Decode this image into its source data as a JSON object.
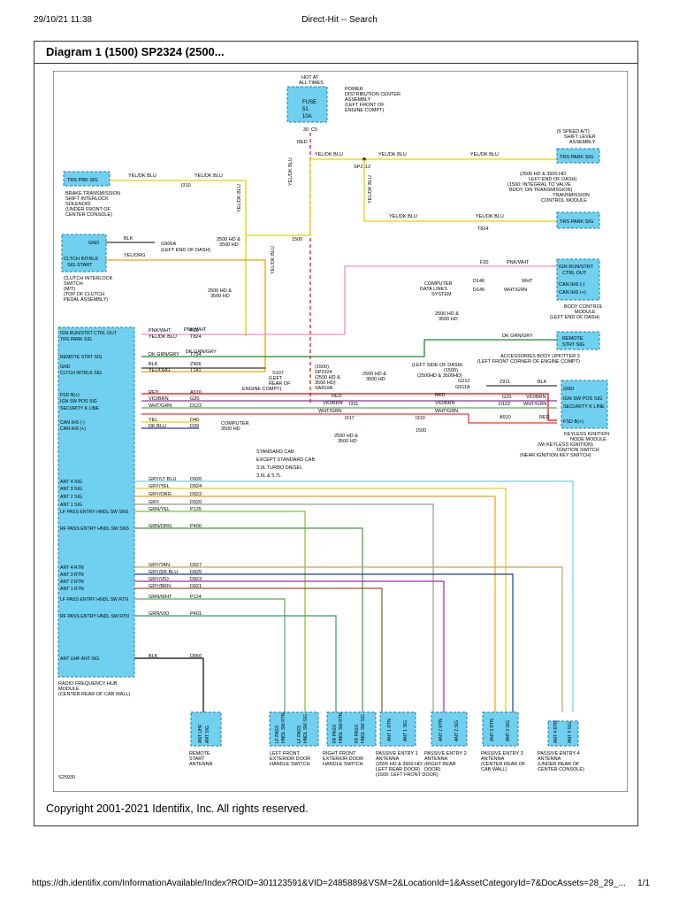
{
  "browser": {
    "timestamp": "29/10/21 11:38",
    "tab_title": "Direct-Hit -- Search",
    "url": "https://dh.identifix.com/InformationAvailable/Index?ROID=301123591&VID=2485889&VSM=2&LocationId=1&AssetCategoryId=7&DocAssets=28_29_...",
    "page_count": "1/1"
  },
  "document": {
    "title": "Diagram 1 (1500) SP2324 (2500...",
    "copyright": "Copyright 2001-2021 Identifix, Inc. All rights reserved.",
    "diagram_id": "S25930"
  },
  "diagram": {
    "power": {
      "hot_at": "HOT AT",
      "all_times": "ALL TIMES",
      "fuse_label": "FUSE",
      "fuse_no": "51",
      "fuse_amp": "10A",
      "pdc_lines": [
        "POWER",
        "DISTRIBUTION CENTER",
        "ASSEMBLY",
        "(LEFT FRONT OF",
        "ENGINE COMPT)"
      ],
      "pin": "30",
      "conn": "C5"
    },
    "trs_prk_block": "TRS PRK SIG",
    "brake_solenoid_lines": [
      "BRAKE TRANSMISSION",
      "SHIFT INTERLOCK",
      "SOLENOID",
      "(UNDER FRONT OF",
      "CENTER CONSOLE)"
    ],
    "clutch_block": {
      "gnd": "GND",
      "sig1": "CLTCH INTRLK",
      "sig2": "SIG START"
    },
    "clutch_lines": [
      "CLUTCH INTERLOCK",
      "SWITCH",
      "(M/T)",
      "(TOP OF CLUTCH",
      "PEDAL ASSEMBLY)"
    ],
    "g906a": "G906A",
    "g906a_loc": "(LEFT END OF DASH)",
    "shift_lever_lines": [
      "(6 SPEED A/T)",
      "SHIFT LEVER",
      "ASSEMBLY"
    ],
    "trs_park_sig": "TRS PARK SIG",
    "tcm_lines": [
      "(2500 HD & 3500 HD:",
      "LEFT END OF DASH)",
      "(1500: INTEGRAL TO VALVE",
      "BODY, ON TRANSMISSION)",
      "TRANSMISSION",
      "CONTROL MODULE"
    ],
    "bcm_block": {
      "r1": "IGN RUN/STRT",
      "r2": "CTRL OUT",
      "r3": "CAN IHS (-)",
      "r4": "CAN IHS (+)"
    },
    "bcm_lines": [
      "BODY CONTROL",
      "MODULE",
      "(LEFT END OF DASH)"
    ],
    "computer_data": [
      "COMPUTER",
      "DATA LINES",
      "SYSTEM"
    ],
    "remote_block": {
      "r1": "REMOTE",
      "r2": "STRT SIG"
    },
    "accessories_lines": [
      "ACCESSORIES BODY UPFITTER 3",
      "(LEFT FRONT CORNER OF ENGINE COMPT)"
    ],
    "kin_block": {
      "r1": "GND",
      "r2": "IGN SW POS SIG",
      "r3": "SECURITY K LINE",
      "r4": "FSD B(+)"
    },
    "kin_lines": [
      "KEYLESS IGNITION",
      "NODE MODULE",
      "(W/ KEYLESS IGNITION)",
      "IGNITION SWITCH",
      "(NEAR IGNITION KEY SWITCH)"
    ],
    "g212": "G212",
    "g212_lines": [
      "(LEFT SIDE OF DASH)",
      "(1500)",
      "(2500HD & 3500HD)"
    ],
    "g911a": "G911A",
    "s107": "S107",
    "s107_loc": [
      "(LEFT",
      "REAR OF",
      "ENGINE COMPT)"
    ],
    "sp2324": [
      "(1500)",
      "SP2324",
      "(2500 HD &",
      "3500 HD)",
      "SA910A"
    ],
    "sp2112": "SP2112",
    "rfh_rows": [
      {
        "pin": "",
        "label": "IGN RUN/STRT CTRL OUT",
        "code": "F20",
        "wire": "PNK/WHT"
      },
      {
        "pin": "",
        "label": "TRS PARK SIG",
        "code": "T824",
        "wire": "YEL/DK BLU"
      },
      {
        "pin": "",
        "label": "REMOTE STRT SIG",
        "code": "T754",
        "wire": "DK GRN/GRY"
      },
      {
        "pin": "",
        "label": "GND",
        "code": "Z906",
        "wire": "BLK"
      },
      {
        "pin": "",
        "label": "CLTCH INTRLK SIG",
        "code": "T141",
        "wire": "YEL/ORG"
      },
      {
        "pin": "",
        "label": "FSD B(+)",
        "code": "A910",
        "wire": "RED"
      },
      {
        "pin": "",
        "label": "IGN SW POS SIG",
        "code": "G20",
        "wire": "VIO/BRN"
      },
      {
        "pin": "",
        "label": "SECURITY K LINE",
        "code": "D122",
        "wire": "WHT/GRN"
      },
      {
        "pin": "",
        "label": "CAN IHS (-)",
        "code": "D40",
        "wire": "YEL"
      },
      {
        "pin": "",
        "label": "CAN IHS (+)",
        "code": "D39",
        "wire": "DK BLU"
      }
    ],
    "rfh_rows2": [
      {
        "label": "ANT 4 SIG",
        "code": "D926",
        "wire": "GRY/LT BLU"
      },
      {
        "label": "ANT 3 SIG",
        "code": "D924",
        "wire": "GRY/YEL"
      },
      {
        "label": "ANT 2 SIG",
        "code": "D922",
        "wire": "GRY/ORG"
      },
      {
        "label": "ANT 1 SIG",
        "code": "D920",
        "wire": "GRY"
      },
      {
        "label": "LF PASS ENTRY HNDL SW SNS",
        "code": "P125",
        "wire": "GRN/YEL"
      },
      {
        "label": "RF PASS ENTRY HNDL SW SNS",
        "code": "P400",
        "wire": "GRN/ORG"
      },
      {
        "label": "ANT 4 RTN",
        "code": "D927",
        "wire": "GRY/TAN"
      },
      {
        "label": "ANT 3 RTN",
        "code": "D925",
        "wire": "GRY/DK BLU"
      },
      {
        "label": "ANT 2 RTN",
        "code": "D923",
        "wire": "GRY/VIO"
      },
      {
        "label": "ANT 1 RTN",
        "code": "D921",
        "wire": "GRY/BRN"
      },
      {
        "label": "LF PASS ENTRY HNDL SW RTN",
        "code": "P124",
        "wire": "GRN/WHT"
      },
      {
        "label": "RF PASS ENTRY HNDL SW RTN",
        "code": "P401",
        "wire": "GRN/VIO"
      },
      {
        "label": "ANT UHF ANT SIG",
        "code": "D950",
        "wire": "BLK"
      }
    ],
    "rfh_lines": [
      "RADIO FREQUENCY HUB",
      "MODULE",
      "(CENTER REAR OF CAB WALL)"
    ],
    "legend": [
      "STANDARD CAB",
      "EXCEPT STANDARD CAB",
      "3.0L TURBO DIESEL",
      "3.6L & 5.7L"
    ],
    "bottom_blocks": [
      {
        "name": "remote-start-antenna",
        "lines": [
          "REMOTE",
          "START",
          "ANTENNA"
        ],
        "pins": [
          "ANT UHF",
          "ANT SIG"
        ]
      },
      {
        "name": "left-front-handle",
        "lines": [
          "LEFT FRONT",
          "EXTERIOR DOOR",
          "HANDLE SWITCH"
        ]
      },
      {
        "name": "right-front-handle",
        "lines": [
          "RIGHT FRONT",
          "EXTERIOR DOOR",
          "HANDLE SWITCH"
        ]
      },
      {
        "name": "passive-entry-1",
        "lines": [
          "PASSIVE ENTRY 1",
          "ANTENNA",
          "(2500 HD & 3500 HD:",
          "LEFT REAR DOOR)",
          "(1500: LEFT FRONT DOOR)"
        ]
      },
      {
        "name": "passive-entry-2",
        "lines": [
          "PASSIVE ENTRY 2",
          "ANTENNA",
          "(RIGHT REAR",
          "DOOR)"
        ]
      },
      {
        "name": "passive-entry-3",
        "lines": [
          "PASSIVE ENTRY 3",
          "ANTENNA",
          "(CENTER REAR OF",
          "CAB WALL)"
        ]
      },
      {
        "name": "passive-entry-4",
        "lines": [
          "PASSIVE ENTRY 4",
          "ANTENNA",
          "(UNDER REAR OF",
          "CENTER CONSOLE)"
        ]
      }
    ],
    "bottom_pins": {
      "lf": [
        "LF PASS",
        "HNDL SW RTN",
        "LF PASS",
        "HNDL SW SIG"
      ],
      "rf": [
        "RF PASS",
        "HNDL SW RTN",
        "RF PASS",
        "HNDL SW SIG"
      ],
      "ant": [
        "ANT 1 RTN",
        "ANT 1 SIG",
        "ANT 2 RTN",
        "ANT 2 SIG",
        "ANT 3 RTN",
        "ANT 3 SIG",
        "ANT 4 RTN",
        "ANT 4 SIG"
      ]
    },
    "wire_labels": {
      "yel_dk_blu": "YEL/DK BLU",
      "red": "RED",
      "blk": "BLK",
      "yel_org": "YEL/ORG",
      "pnk_wht": "PNK/WHT",
      "wht": "WHT",
      "wht_grn": "WHT/GRN",
      "vio_brn": "VIO/BRN",
      "dk_grn_gry": "DK GRN/GRY",
      "grn_org": "GRN/ORG",
      "grn_wht": "GRN/WHT",
      "grn_vio": "GRN/VIO",
      "grn_yel": "GRN/YEL",
      "gry": "GRY",
      "gry_brn": "GRY/BRN",
      "gry_vio": "GRY/VIO",
      "gry_org": "GRY/ORG",
      "gry_yel": "GRY/YEL",
      "gry_tan": "GRY/TAN",
      "gry_lt_blu": "GRY/LT BLU",
      "gry_dk_blu": "GRY/DK BLU",
      "hd_2500_3500": "2500 HD &",
      "hd_3500": "3500 HD",
      "d146": "D146",
      "d145": "D145",
      "f20": "F20",
      "z911": "Z911",
      "g20": "G20",
      "d122": "D122",
      "a910": "A910",
      "i310": "I310",
      "i317": "I317",
      "i311": "I311",
      "t824": "T824",
      "v1500": "1500"
    }
  }
}
